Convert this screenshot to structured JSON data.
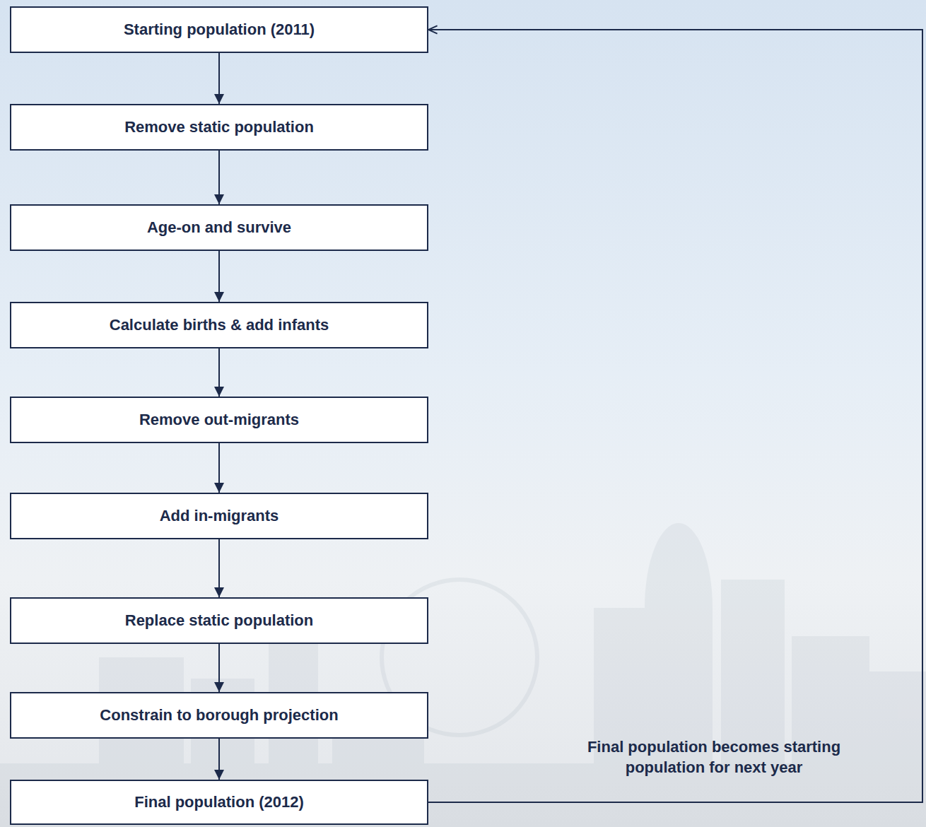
{
  "diagram": {
    "nodes": [
      {
        "text": [
          "Starting population (2011)"
        ]
      },
      {
        "text": [
          "Remove static population"
        ]
      },
      {
        "text": [
          "Age-on and survive"
        ]
      },
      {
        "text": [
          "Calculate births & add infants"
        ]
      },
      {
        "text": [
          "Remove out-migrants"
        ]
      },
      {
        "text": [
          "Add in-migrants"
        ]
      },
      {
        "text": [
          "Replace static population"
        ]
      },
      {
        "text": [
          "Constrain to borough projection"
        ]
      },
      {
        "text": [
          "Final population (2012)"
        ]
      }
    ],
    "edges": [
      {
        "from": 0,
        "to": 1,
        "arrow": "to"
      },
      {
        "from": 1,
        "to": 2,
        "arrow": "to"
      },
      {
        "from": 2,
        "to": 3,
        "arrow": "to"
      },
      {
        "from": 3,
        "to": 4,
        "arrow": "to"
      },
      {
        "from": 4,
        "to": 5,
        "arrow": "to"
      },
      {
        "from": 5,
        "to": 6,
        "arrow": "to"
      },
      {
        "from": 6,
        "to": 7,
        "arrow": "to"
      },
      {
        "from": 7,
        "to": 8,
        "arrow": "to"
      },
      {
        "from": 8,
        "to": 0,
        "label": "Final population becomes starting population for next year",
        "arrow": "to"
      }
    ]
  }
}
